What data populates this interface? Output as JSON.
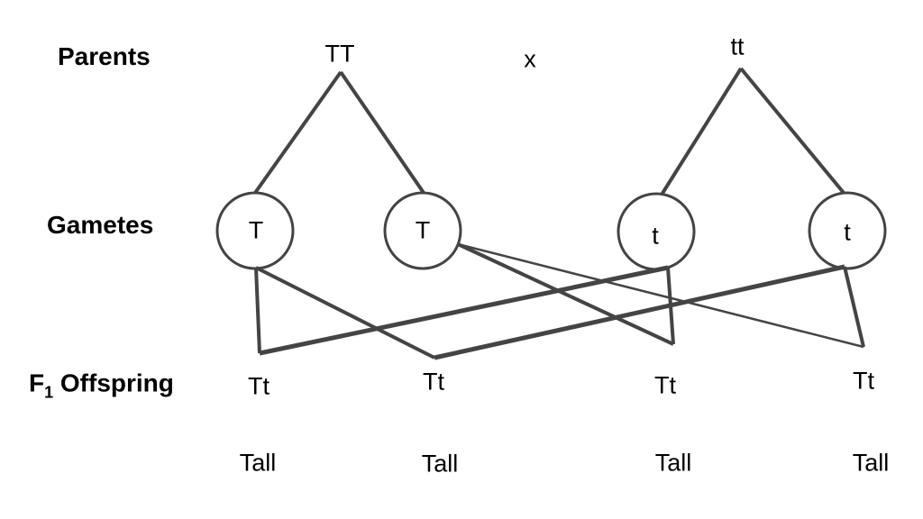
{
  "rows": {
    "parents": "Parents",
    "gametes": "Gametes",
    "offspring_f": "F",
    "offspring_sub": "1",
    "offspring_rest": " Offspring"
  },
  "parents": {
    "left": "TT",
    "cross": "x",
    "right": "tt"
  },
  "gametes": [
    "T",
    "T",
    "t",
    "t"
  ],
  "offspring": [
    {
      "genotype": "Tt",
      "phenotype": "Tall"
    },
    {
      "genotype": "Tt",
      "phenotype": "Tall"
    },
    {
      "genotype": "Tt",
      "phenotype": "Tall"
    },
    {
      "genotype": "Tt",
      "phenotype": "Tall"
    }
  ],
  "colors": {
    "line": "#444444",
    "text": "#000000"
  }
}
